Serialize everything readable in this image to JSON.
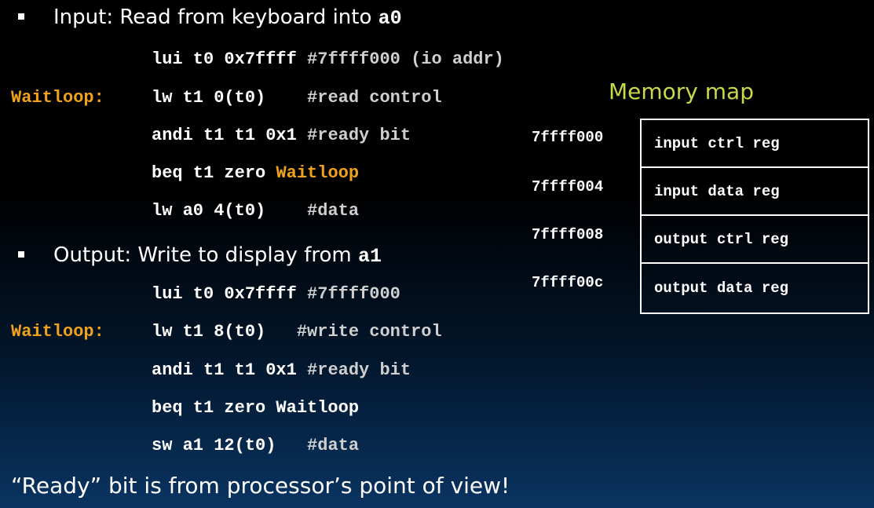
{
  "input": {
    "bullet": "Input: Read from keyboard into ",
    "register": "a0",
    "lines": [
      {
        "label": "",
        "code": "lui t0 0x7ffff ",
        "comment": "#7ffff000 (io addr)"
      },
      {
        "label": "Waitloop:",
        "code": "lw t1 0(t0)    ",
        "comment": "#read control"
      },
      {
        "label": "",
        "code": "andi t1 t1 0x1 ",
        "comment": "#ready bit"
      },
      {
        "label": "",
        "code": "beq t1 zero ",
        "target": "Waitloop"
      },
      {
        "label": "",
        "code": "lw a0 4(t0)    ",
        "comment": "#data"
      }
    ]
  },
  "output": {
    "bullet": "Output: Write to display from ",
    "register": "a1",
    "lines": [
      {
        "label": "",
        "code": "lui t0 0x7ffff ",
        "comment": "#7ffff000"
      },
      {
        "label": "Waitloop:",
        "code": "lw t1 8(t0)   ",
        "comment": "#write control"
      },
      {
        "label": "",
        "code": "andi t1 t1 0x1 ",
        "comment": "#ready bit"
      },
      {
        "label": "",
        "code": "beq t1 zero Waitloop"
      },
      {
        "label": "",
        "code": "sw a1 12(t0)   ",
        "comment": "#data"
      }
    ]
  },
  "memory_map": {
    "title": "Memory map",
    "rows": [
      {
        "addr": "7ffff000",
        "name": "input ctrl reg"
      },
      {
        "addr": "7ffff004",
        "name": "input data reg"
      },
      {
        "addr": "7ffff008",
        "name": "output ctrl reg"
      },
      {
        "addr": "7ffff00c",
        "name": "output data reg"
      }
    ]
  },
  "footer": "“Ready” bit is from processor’s point of view!",
  "colors": {
    "label": "#f0a21c",
    "memory_title": "#c8d94a",
    "comment": "#cfcfcf"
  }
}
